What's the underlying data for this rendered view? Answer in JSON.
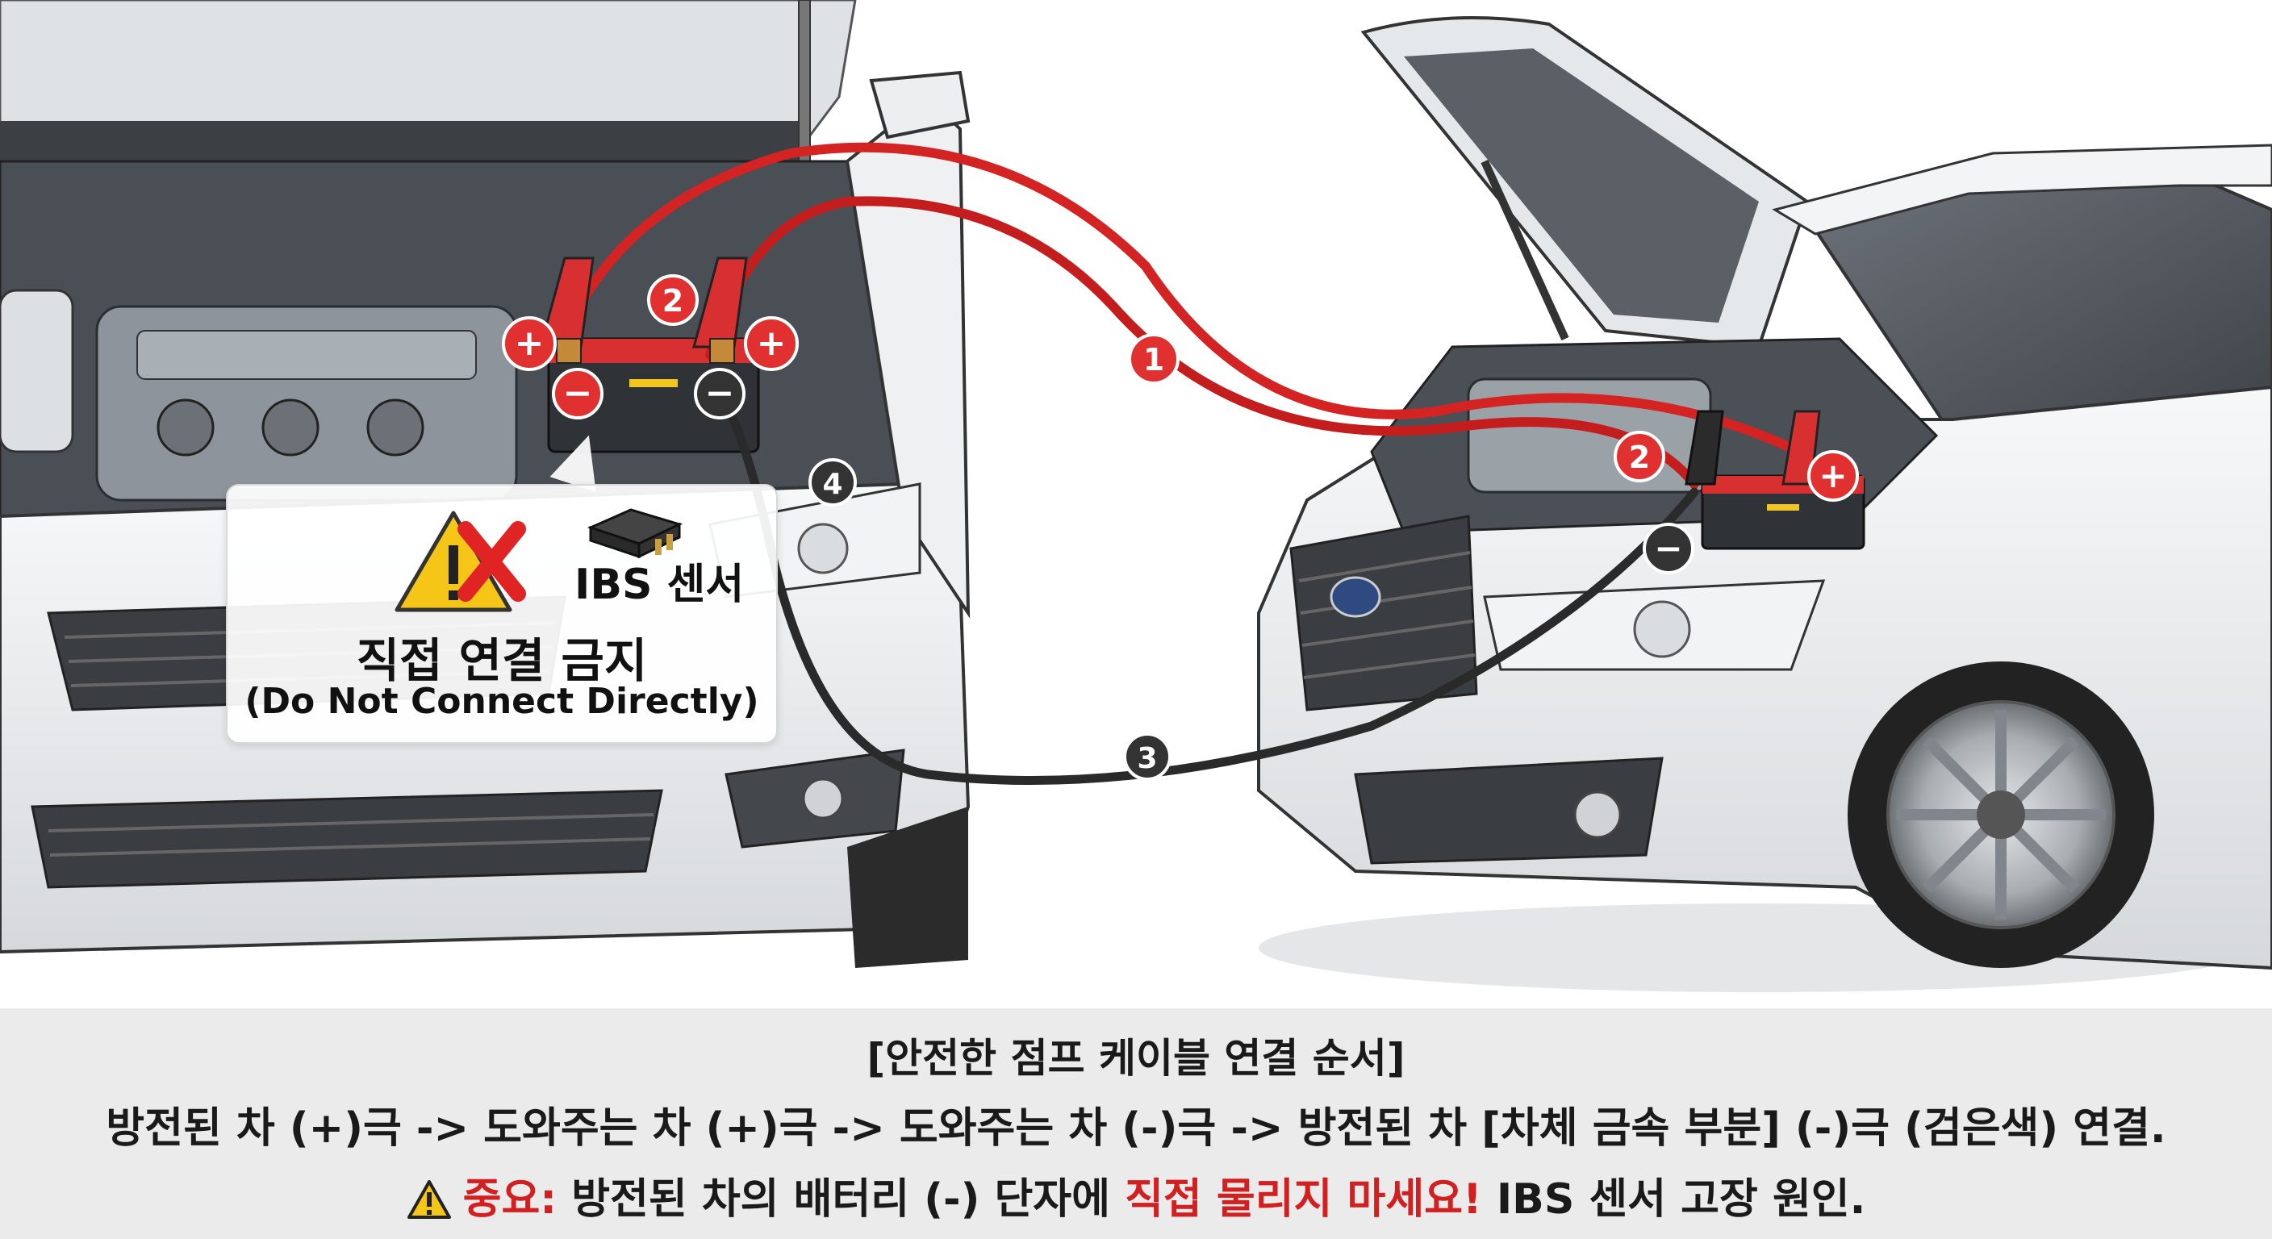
{
  "labels": {
    "plus": "+",
    "minus": "−",
    "step1": "1",
    "step2": "2",
    "step3": "3",
    "step4": "4"
  },
  "callout": {
    "sensor_label": "IBS 센서",
    "warning_ko": "직접 연결 금지",
    "warning_en": "(Do Not Connect Directly)",
    "icon": "warning-no-connect-icon"
  },
  "caption": {
    "title": "[안전한 점프 케이블 연결 순서]",
    "steps": "방전된 차 (+)극 -> 도와주는 차 (+)극 -> 도와주는 차 (-)극 -> 방전된 차 [차체 금속 부분] (-)극 (검은색) 연결.",
    "warn_prefix": "중요:",
    "warn_middle1": " 방전된 차의 배터리 (-) 단자에 ",
    "warn_emph": "직접 물리지 마세요!",
    "warn_tail": " IBS 센서 고장 원인."
  },
  "colors": {
    "red_cable": "#d32323",
    "black_cable": "#2a2a2a",
    "terminal_red": "#e03030",
    "warning_yellow": "#f5c518",
    "caption_bg": "#ebebeb"
  }
}
